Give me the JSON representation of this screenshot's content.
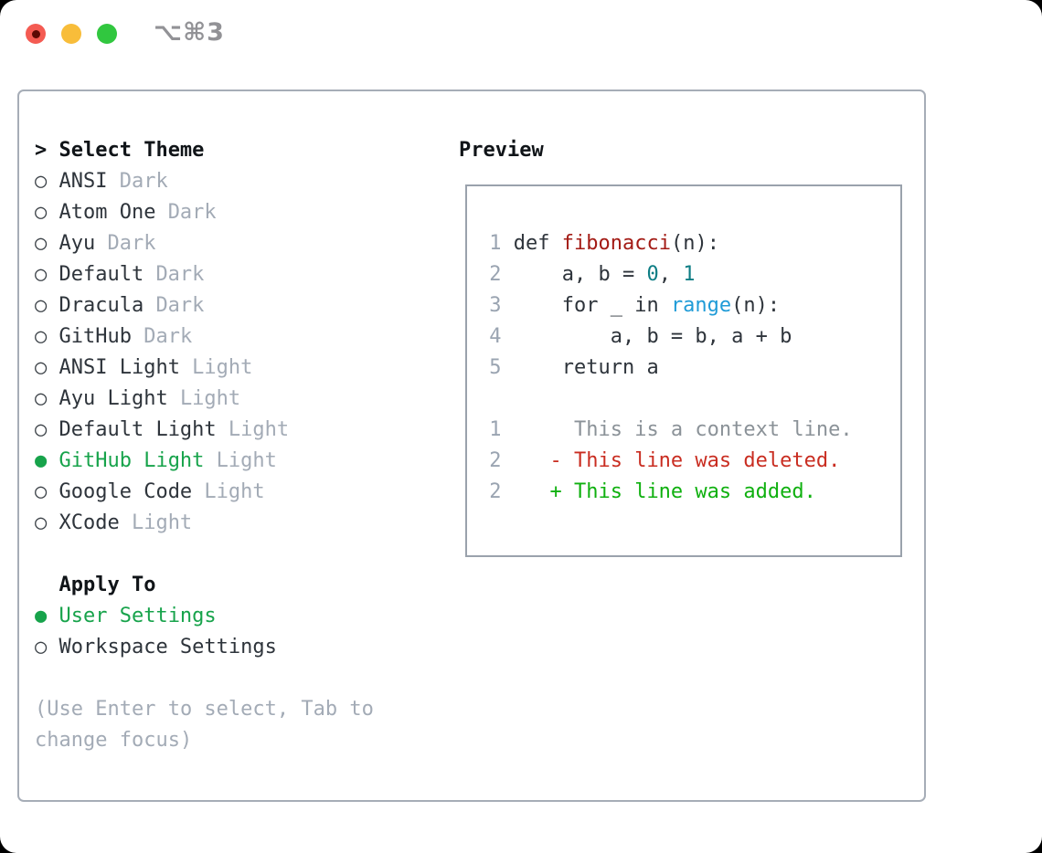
{
  "window": {
    "title": "⌥⌘3"
  },
  "picker": {
    "prompt": ">",
    "title": "Select Theme",
    "themes": [
      {
        "marker": "○",
        "name": "ANSI",
        "variant": "Dark",
        "selected": false
      },
      {
        "marker": "○",
        "name": "Atom One",
        "variant": "Dark",
        "selected": false
      },
      {
        "marker": "○",
        "name": "Ayu",
        "variant": "Dark",
        "selected": false
      },
      {
        "marker": "○",
        "name": "Default",
        "variant": "Dark",
        "selected": false
      },
      {
        "marker": "○",
        "name": "Dracula",
        "variant": "Dark",
        "selected": false
      },
      {
        "marker": "○",
        "name": "GitHub",
        "variant": "Dark",
        "selected": false
      },
      {
        "marker": "○",
        "name": "ANSI Light",
        "variant": "Light",
        "selected": false
      },
      {
        "marker": "○",
        "name": "Ayu Light",
        "variant": "Light",
        "selected": false
      },
      {
        "marker": "○",
        "name": "Default Light",
        "variant": "Light",
        "selected": false
      },
      {
        "marker": "●",
        "name": "GitHub Light",
        "variant": "Light",
        "selected": true
      },
      {
        "marker": "○",
        "name": "Google Code",
        "variant": "Light",
        "selected": false
      },
      {
        "marker": "○",
        "name": "XCode",
        "variant": "Light",
        "selected": false
      }
    ],
    "apply_to": {
      "title": "Apply To",
      "options": [
        {
          "marker": "●",
          "label": "User Settings",
          "selected": true
        },
        {
          "marker": "○",
          "label": "Workspace Settings",
          "selected": false
        }
      ]
    },
    "help": [
      "(Use Enter to select, Tab to",
      "change focus)"
    ]
  },
  "preview": {
    "title": "Preview",
    "code": [
      {
        "num": " 1",
        "s0": " def ",
        "s1": "fibonacci",
        "s2": "(n):"
      },
      {
        "num": " 2",
        "s0": "     a, b = ",
        "s1": "0",
        "s2": ", ",
        "s3": "1"
      },
      {
        "num": " 3",
        "s0": "     for _ in ",
        "s1": "range",
        "s2": "(n):"
      },
      {
        "num": " 4",
        "s0": "         a, b = b, a + b"
      },
      {
        "num": " 5",
        "s0": "     return a"
      }
    ],
    "diff": [
      {
        "num": " 1",
        "text": "      This is a context line."
      },
      {
        "num": " 2",
        "text": "    - This line was deleted."
      },
      {
        "num": " 2",
        "text": "    + This line was added."
      }
    ]
  },
  "colors": {
    "selected_green": "#17a34b",
    "added_green": "#0fb00f",
    "deleted_red": "#c92d21",
    "function_red": "#a31b15",
    "number_teal": "#0d7d84",
    "builtin_blue": "#1f9bd7",
    "muted_gray": "#a3abb6",
    "border_gray": "#9aa2ac",
    "traffic_red": "#f45b52",
    "traffic_yellow": "#f8bd3a",
    "traffic_green": "#31c73f"
  }
}
